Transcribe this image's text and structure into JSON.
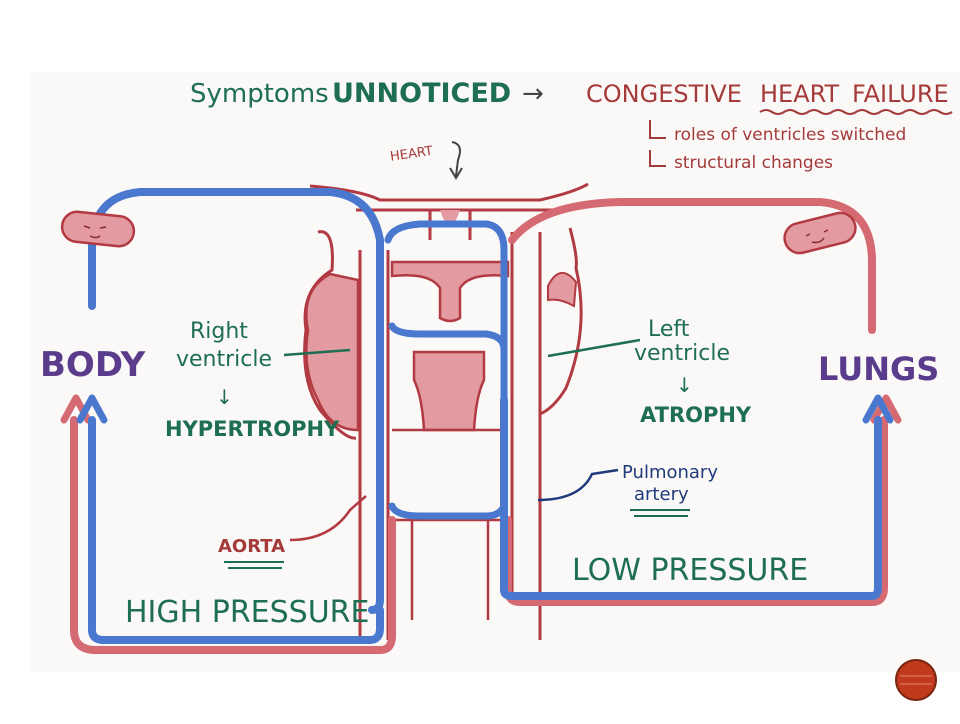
{
  "headline": {
    "lead": "Symptoms",
    "emphasis": "UNNOTICED",
    "arrow": "→",
    "result_prefix": "CONGESTIVE",
    "result_underlined": "HEART",
    "result_suffix": "FAILURE"
  },
  "subpoints": [
    "roles of ventricles switched",
    "structural changes"
  ],
  "labels": {
    "heart": "HEART",
    "body": "BODY",
    "lungs": "LUNGS",
    "right_ventricle_1": "Right",
    "right_ventricle_2": "ventricle",
    "hypertrophy": "HYPERTROPHY",
    "left_ventricle_1": "Left",
    "left_ventricle_2": "ventricle",
    "atrophy": "ATROPHY",
    "aorta": "AORTA",
    "pulmonary_1": "Pulmonary",
    "pulmonary_2": "artery",
    "high_pressure": "HIGH PRESSURE",
    "low_pressure": "LOW PRESSURE",
    "down_arrow": "↓"
  },
  "colors": {
    "teal": "#1e6e52",
    "red_text": "#a43a3a",
    "purple": "#5b3b8c",
    "navy": "#1f3a7a",
    "vessel_red": "#d66a72",
    "vessel_blue": "#4a78cf",
    "heart_fill": "#e39aa0",
    "heart_outline": "#b23a42"
  }
}
